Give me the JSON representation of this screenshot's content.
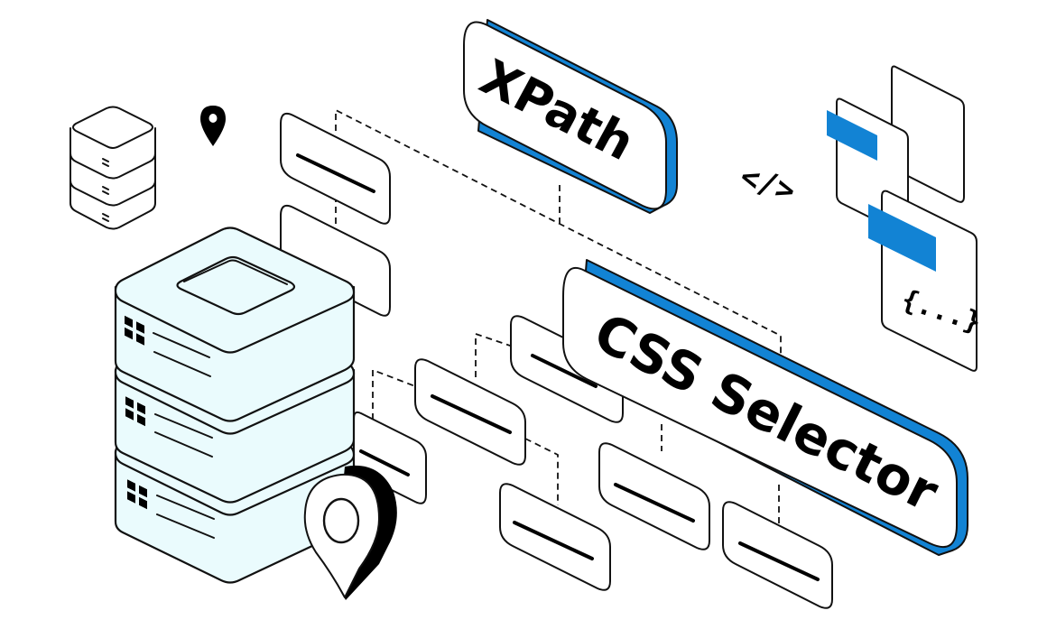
{
  "illustration": {
    "theme": "Web element locators: XPath vs CSS Selector",
    "colors": {
      "accent_blue": "#1283d4",
      "server_fill": "#eafbfd",
      "outline": "#111111",
      "background": "#ffffff"
    },
    "badges": {
      "xpath": {
        "label": "XPath"
      },
      "css": {
        "label": "CSS Selector"
      }
    },
    "code_tag": {
      "label": "</>"
    },
    "json_doc": {
      "label": "{...}"
    },
    "icons": [
      "database-stack-icon",
      "location-pin-icon",
      "server-rack-icon",
      "map-marker-icon",
      "code-tag-icon",
      "document-icon"
    ]
  }
}
